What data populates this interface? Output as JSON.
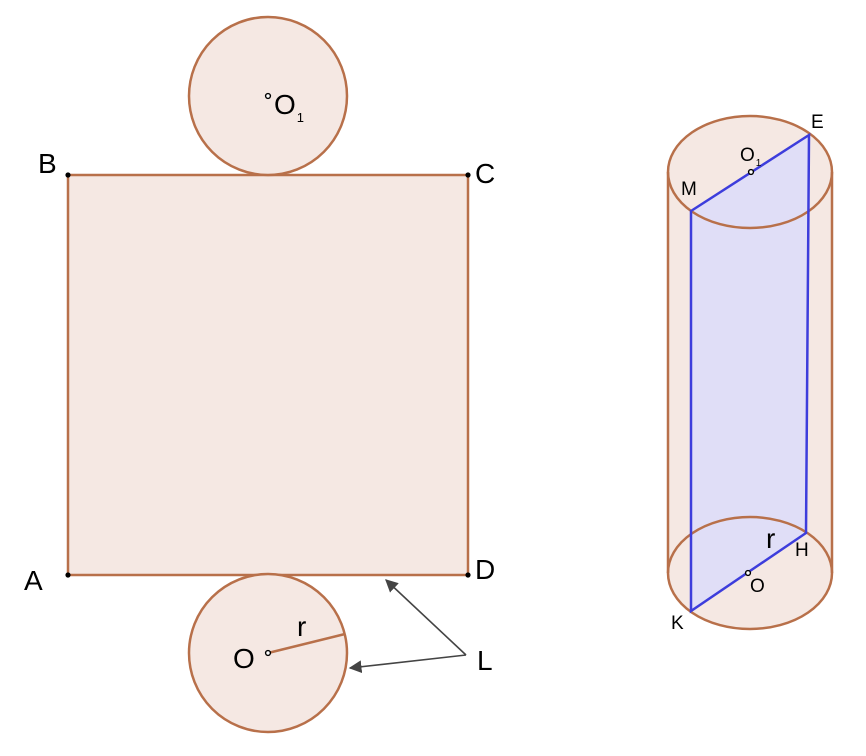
{
  "colors": {
    "outline": "#b8704a",
    "fill": "#f5e8e3",
    "section_line": "#3d3ddc",
    "section_fill": "#dcdcfa",
    "arrow": "#444444",
    "point": "#000000"
  },
  "net": {
    "top_center": {
      "letter": "O",
      "subscript": "1"
    },
    "bottom_center": "O",
    "radius": "r",
    "corners": {
      "A": "A",
      "B": "B",
      "C": "C",
      "D": "D"
    },
    "lateral_length": "L"
  },
  "cylinder": {
    "top_center": {
      "letter": "O",
      "subscript": "1"
    },
    "bottom_center": "O",
    "radius": "r",
    "points": {
      "M": "M",
      "E": "E",
      "K": "K",
      "H": "H"
    }
  }
}
